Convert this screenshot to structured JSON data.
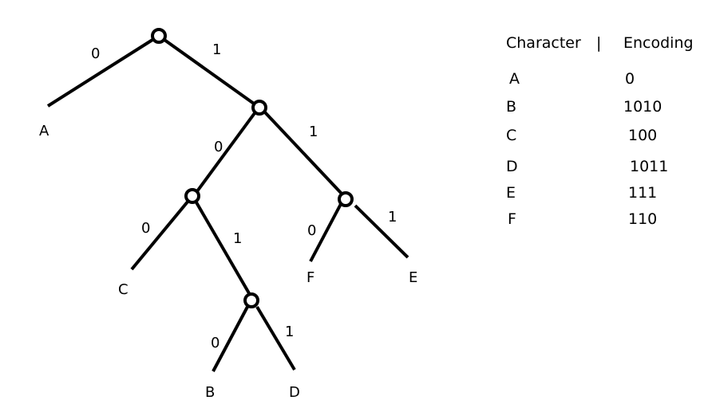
{
  "tree": {
    "edges": [
      {
        "id": "root-a",
        "bit": "0"
      },
      {
        "id": "root-n1",
        "bit": "1"
      },
      {
        "id": "n1-n2",
        "bit": "0"
      },
      {
        "id": "n1-n3",
        "bit": "1"
      },
      {
        "id": "n2-c",
        "bit": "0"
      },
      {
        "id": "n2-n4",
        "bit": "1"
      },
      {
        "id": "n3-f",
        "bit": "0"
      },
      {
        "id": "n3-e",
        "bit": "1"
      },
      {
        "id": "n4-b",
        "bit": "0"
      },
      {
        "id": "n4-d",
        "bit": "1"
      }
    ],
    "leaves": {
      "a": "A",
      "b": "B",
      "c": "C",
      "d": "D",
      "e": "E",
      "f": "F"
    }
  },
  "table": {
    "header_character": "Character",
    "header_separator": "|",
    "header_encoding": "Encoding",
    "rows": [
      {
        "character": "A",
        "encoding": "0"
      },
      {
        "character": "B",
        "encoding": "1010"
      },
      {
        "character": "C",
        "encoding": "100"
      },
      {
        "character": "D",
        "encoding": "1011"
      },
      {
        "character": "E",
        "encoding": "111"
      },
      {
        "character": "F",
        "encoding": "110"
      }
    ]
  }
}
